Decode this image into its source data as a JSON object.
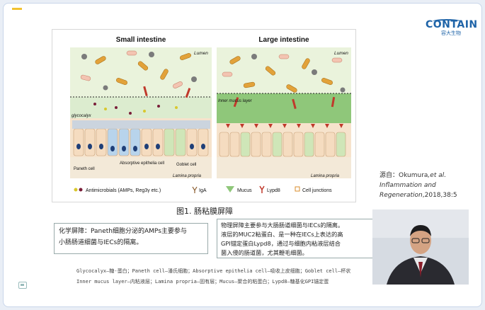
{
  "brand": {
    "name": "CONTAIN",
    "subtitle": "容大生物"
  },
  "figure": {
    "title_small": "Small intestine",
    "title_large": "Large intestine",
    "label_lumen": "Lumen",
    "label_glycocalyx": "glycocalyx",
    "label_inner_mucus": "Inner mucus layer",
    "label_paneth": "Paneth cell",
    "label_absorptive": "Absorptive epithelia cell",
    "label_goblet": "Goblet cell",
    "label_lamina": "Lamina propria",
    "legend_antimicrobials": "Antimicrobials (AMPs, Reg3γ etc.)",
    "legend_iga": "IgA",
    "legend_mucus": "Mucus",
    "legend_lypd8": "Lypd8",
    "legend_junctions": "Cell junctions",
    "caption": "图1. 肠粘膜屏障"
  },
  "source": {
    "prefix": "源自：Okumura",
    "etal": ",et al.",
    "journal": "Inflammation and Regeneration",
    "ref": ",2018,38:5"
  },
  "note_chemical": {
    "line1": "化学屏障：Paneth细胞分泌的AMPs主要参与",
    "line2": "小肠肠道细菌与IECs的隔离。"
  },
  "note_physical": {
    "line1": "物理屏障主要参与大肠肠道细菌与IECs的隔离。",
    "line2": "液层的MUC2粘蛋白、是一种在IECs上表达的高",
    "line3": "GPI锚定蛋白Lypd8，通过与细胞内粘液层结合",
    "line4": "菌入侵的肠道菌，尤其鞭毛细菌。"
  },
  "glossary": {
    "line1": "Glycocalyx—糖-蛋白；Paneth cell—潘氏细胞；Absorptive epithelia cell—吸收上皮细胞；Goblet cell—杯状",
    "line2": "Inner mucus layer—内粘液层；Lamina propria—固有层；Mucus—聚合的粘蛋白；Lypd8—糖基化GPI锚定蛋"
  },
  "colors": {
    "accent": "#f2c230",
    "brand": "#1f64a8",
    "mucus": "#4e9a50",
    "lumen_bg": "#e9f3e0",
    "cell": "#f5dcc0"
  }
}
